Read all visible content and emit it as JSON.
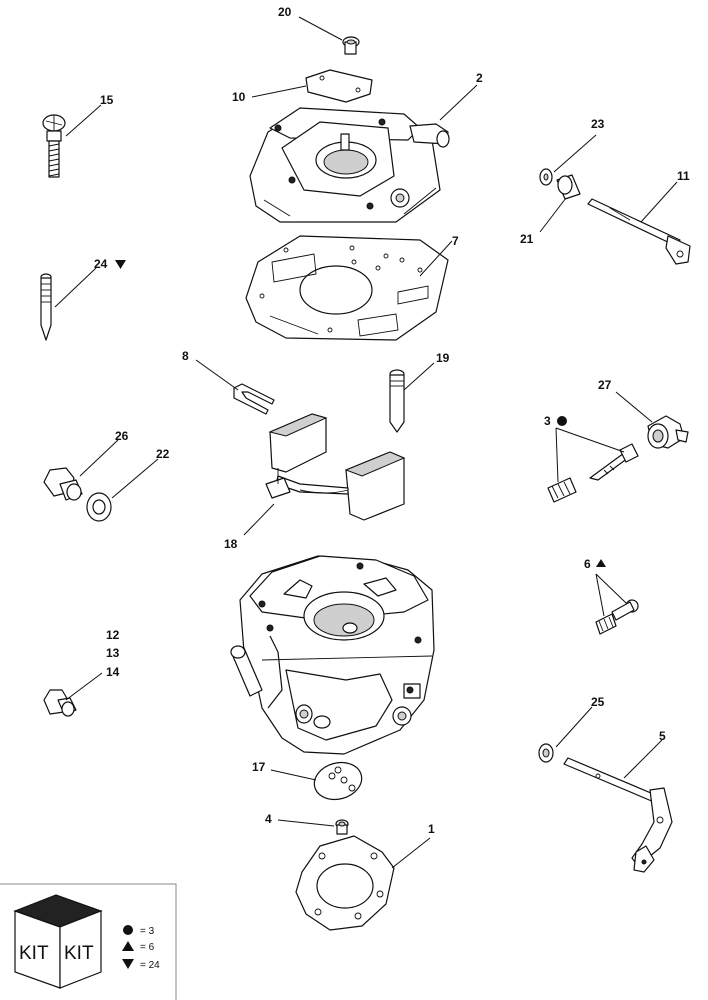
{
  "callouts": {
    "c20": "20",
    "c10": "10",
    "c2": "2",
    "c15": "15",
    "c23": "23",
    "c11": "11",
    "c21": "21",
    "c24": "24",
    "c7": "7",
    "c8": "8",
    "c19": "19",
    "c27": "27",
    "c3": "3",
    "c26": "26",
    "c22": "22",
    "c18": "18",
    "c6": "6",
    "c12": "12",
    "c13": "13",
    "c14": "14",
    "c25": "25",
    "c17": "17",
    "c5": "5",
    "c4": "4",
    "c1": "1"
  },
  "kit_legend": {
    "box_label_left": "KIT",
    "box_label_right": "KIT",
    "entries": [
      {
        "symbol": "circle",
        "text": "= 3"
      },
      {
        "symbol": "triangle-up",
        "text": "= 6"
      },
      {
        "symbol": "triangle-down",
        "text": "= 24"
      }
    ]
  }
}
